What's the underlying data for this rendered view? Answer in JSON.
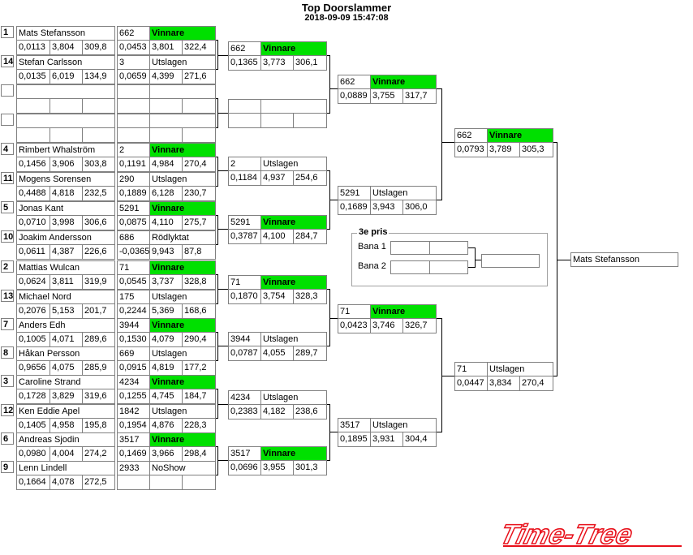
{
  "header": {
    "title": "Top Doorslammer",
    "datetime": "2018-09-09 15:47:08"
  },
  "round1": [
    {
      "seed": "1",
      "name": "Mats Stefansson",
      "rt": "0,0113",
      "sixty": "3,804",
      "speed": "309,8",
      "car": "662",
      "result": "Vinnare",
      "win": true,
      "et": "0,0453",
      "t2": "3,801",
      "v2": "322,4"
    },
    {
      "seed": "14",
      "name": "Stefan Carlsson",
      "rt": "0,0135",
      "sixty": "6,019",
      "speed": "134,9",
      "car": "3",
      "result": "Utslagen",
      "win": false,
      "et": "0,0659",
      "t2": "4,399",
      "v2": "271,6"
    },
    {
      "seed": "",
      "name": "",
      "rt": "",
      "sixty": "",
      "speed": "",
      "car": "",
      "result": "",
      "win": false,
      "et": "",
      "t2": "",
      "v2": ""
    },
    {
      "seed": "",
      "name": "",
      "rt": "",
      "sixty": "",
      "speed": "",
      "car": "",
      "result": "",
      "win": false,
      "et": "",
      "t2": "",
      "v2": ""
    },
    {
      "seed": "4",
      "name": "Rimbert Whalström",
      "rt": "0,1456",
      "sixty": "3,906",
      "speed": "303,8",
      "car": "2",
      "result": "Vinnare",
      "win": true,
      "et": "0,1191",
      "t2": "4,984",
      "v2": "270,4"
    },
    {
      "seed": "11",
      "name": "Mogens Sorensen",
      "rt": "0,4488",
      "sixty": "4,818",
      "speed": "232,5",
      "car": "290",
      "result": "Utslagen",
      "win": false,
      "et": "0,1889",
      "t2": "6,128",
      "v2": "230,7"
    },
    {
      "seed": "5",
      "name": "Jonas Kant",
      "rt": "0,0710",
      "sixty": "3,998",
      "speed": "306,6",
      "car": "5291",
      "result": "Vinnare",
      "win": true,
      "et": "0,0875",
      "t2": "4,110",
      "v2": "275,7"
    },
    {
      "seed": "10",
      "name": "Joakim Andersson",
      "rt": "0,0611",
      "sixty": "4,387",
      "speed": "226,6",
      "car": "686",
      "result": "Rödlyktat",
      "win": false,
      "et": "-0,0365",
      "t2": "9,943",
      "v2": "87,8"
    },
    {
      "seed": "2",
      "name": "Mattias Wulcan",
      "rt": "0,0624",
      "sixty": "3,811",
      "speed": "319,9",
      "car": "71",
      "result": "Vinnare",
      "win": true,
      "et": "0,0545",
      "t2": "3,737",
      "v2": "328,8"
    },
    {
      "seed": "13",
      "name": "Michael Nord",
      "rt": "0,2076",
      "sixty": "5,153",
      "speed": "201,7",
      "car": "175",
      "result": "Utslagen",
      "win": false,
      "et": "0,2244",
      "t2": "5,369",
      "v2": "168,6"
    },
    {
      "seed": "7",
      "name": "Anders Edh",
      "rt": "0,1005",
      "sixty": "4,071",
      "speed": "289,6",
      "car": "3944",
      "result": "Vinnare",
      "win": true,
      "et": "0,1530",
      "t2": "4,079",
      "v2": "290,4"
    },
    {
      "seed": "8",
      "name": "Håkan Persson",
      "rt": "0,9656",
      "sixty": "4,075",
      "speed": "285,9",
      "car": "669",
      "result": "Utslagen",
      "win": false,
      "et": "0,0915",
      "t2": "4,819",
      "v2": "177,2"
    },
    {
      "seed": "3",
      "name": "Caroline Strand",
      "rt": "0,1728",
      "sixty": "3,829",
      "speed": "319,6",
      "car": "4234",
      "result": "Vinnare",
      "win": true,
      "et": "0,1255",
      "t2": "4,745",
      "v2": "184,7"
    },
    {
      "seed": "12",
      "name": "Ken Eddie Apel",
      "rt": "0,1405",
      "sixty": "4,958",
      "speed": "195,8",
      "car": "1842",
      "result": "Utslagen",
      "win": false,
      "et": "0,1954",
      "t2": "4,876",
      "v2": "228,3"
    },
    {
      "seed": "6",
      "name": "Andreas Sjodin",
      "rt": "0,0980",
      "sixty": "4,004",
      "speed": "274,2",
      "car": "3517",
      "result": "Vinnare",
      "win": true,
      "et": "0,1469",
      "t2": "3,966",
      "v2": "298,4"
    },
    {
      "seed": "9",
      "name": "Lenn Lindell",
      "rt": "0,1664",
      "sixty": "4,078",
      "speed": "272,5",
      "car": "2933",
      "result": "NoShow",
      "win": false,
      "et": "",
      "t2": "",
      "v2": ""
    }
  ],
  "round2": [
    {
      "car": "662",
      "result": "Vinnare",
      "win": true,
      "et": "0,1365",
      "t2": "3,773",
      "v2": "306,1"
    },
    {
      "car": "",
      "result": "",
      "win": false,
      "et": "",
      "t2": "",
      "v2": ""
    },
    {
      "car": "2",
      "result": "Utslagen",
      "win": false,
      "et": "0,1184",
      "t2": "4,937",
      "v2": "254,6"
    },
    {
      "car": "5291",
      "result": "Vinnare",
      "win": true,
      "et": "0,3787",
      "t2": "4,100",
      "v2": "284,7"
    },
    {
      "car": "71",
      "result": "Vinnare",
      "win": true,
      "et": "0,1870",
      "t2": "3,754",
      "v2": "328,3"
    },
    {
      "car": "3944",
      "result": "Utslagen",
      "win": false,
      "et": "0,0787",
      "t2": "4,055",
      "v2": "289,7"
    },
    {
      "car": "4234",
      "result": "Utslagen",
      "win": false,
      "et": "0,2383",
      "t2": "4,182",
      "v2": "238,6"
    },
    {
      "car": "3517",
      "result": "Vinnare",
      "win": true,
      "et": "0,0696",
      "t2": "3,955",
      "v2": "301,3"
    }
  ],
  "round3": [
    {
      "car": "662",
      "result": "Vinnare",
      "win": true,
      "et": "0,0889",
      "t2": "3,755",
      "v2": "317,7"
    },
    {
      "car": "5291",
      "result": "Utslagen",
      "win": false,
      "et": "0,1689",
      "t2": "3,943",
      "v2": "306,0"
    },
    {
      "car": "71",
      "result": "Vinnare",
      "win": true,
      "et": "0,0423",
      "t2": "3,746",
      "v2": "326,7"
    },
    {
      "car": "3517",
      "result": "Utslagen",
      "win": false,
      "et": "0,1895",
      "t2": "3,931",
      "v2": "304,4"
    }
  ],
  "round4": [
    {
      "car": "662",
      "result": "Vinnare",
      "win": true,
      "et": "0,0793",
      "t2": "3,789",
      "v2": "305,3"
    },
    {
      "car": "71",
      "result": "Utslagen",
      "win": false,
      "et": "0,0447",
      "t2": "3,834",
      "v2": "270,4"
    }
  ],
  "winner": {
    "name": "Mats Stefansson"
  },
  "third_place": {
    "title": "3e pris",
    "lane1": "Bana 1",
    "lane2": "Bana 2"
  },
  "logo": {
    "text": "Time-Tree",
    "color": "#e8101a"
  }
}
